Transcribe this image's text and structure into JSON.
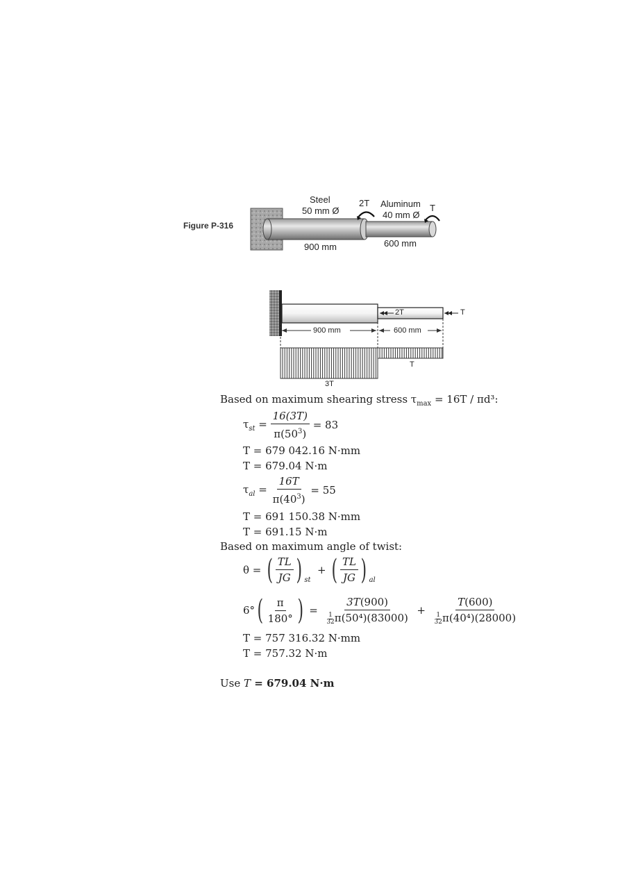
{
  "figure1": {
    "caption": "Figure P-316",
    "steel": "Steel",
    "steel_dia": "50 mm Ø",
    "steel_len": "900 mm",
    "torque_mid": "2T",
    "alum": "Aluminum",
    "alum_dia": "40 mm Ø",
    "alum_len": "600 mm",
    "torque_end": "T"
  },
  "figure2": {
    "mid_torque": "2T",
    "end_torque": "T",
    "len1": "900 mm",
    "len2": "600 mm",
    "diagram_right": "T",
    "diagram_left": "3T"
  },
  "solution": {
    "stress_intro_pre": "Based on maximum shearing stress τ",
    "stress_intro_sub": "max",
    "stress_intro_post": " = 16T / πd³:",
    "tau_st_label": "τ",
    "tau_st_sub": "st",
    "eq1_num": "16(3T)",
    "eq1_den": "π(50",
    "eq1_den_sup": "3",
    "eq1_den_close": ")",
    "eq1_rhs": "= 83",
    "T1_mm": "T = 679 042.16 N·mm",
    "T1_m": "T = 679.04 N·m",
    "tau_al_label": "τ",
    "tau_al_sub": "al",
    "eq2_num": "16T",
    "eq2_den": "π(40",
    "eq2_den_sup": "3",
    "eq2_den_close": ")",
    "eq2_rhs": "= 55",
    "T2_mm": "T = 691 150.38 N·mm",
    "T2_m": "T = 691.15 N·m",
    "twist_intro": "Based on maximum angle of twist:",
    "theta": "θ =",
    "TL": "TL",
    "JG": "JG",
    "sub_st": "st",
    "sub_al": "al",
    "plus": "+",
    "six_deg": "6°",
    "pi": "π",
    "deg180": "180°",
    "eq": "=",
    "rhs1_num": "3T(900)",
    "rhs1_den": "π(50⁴)(83000)",
    "rhs2_num": "T(600)",
    "rhs2_den": "π(40⁴)(28000)",
    "one": "1",
    "thirtytwo": "32",
    "T3_mm": "T = 757 316.32 N·mm",
    "T3_m": "T = 757.32 N·m",
    "use_pre": "Use ",
    "use_T": "T",
    "use_val": " = 679.04 N·m"
  }
}
